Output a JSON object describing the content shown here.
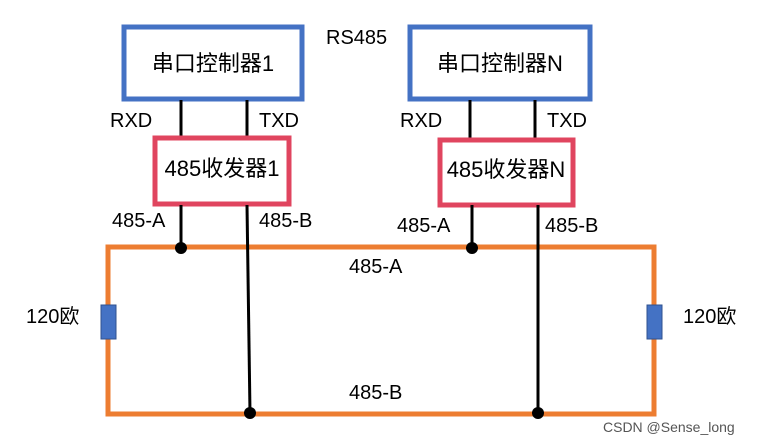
{
  "title": "RS485",
  "controllers": [
    {
      "label": "串口控制器1",
      "rx_label": "RXD",
      "tx_label": "TXD"
    },
    {
      "label": "串口控制器N",
      "rx_label": "RXD",
      "tx_label": "TXD"
    }
  ],
  "transceivers": [
    {
      "label": "485收发器1",
      "a_label": "485-A",
      "b_label": "485-B"
    },
    {
      "label": "485收发器N",
      "a_label": "485-A",
      "b_label": "485-B"
    }
  ],
  "bus": {
    "a_label": "485-A",
    "b_label": "485-B"
  },
  "terminators": [
    {
      "label": "120欧"
    },
    {
      "label": "120欧"
    }
  ],
  "watermark": "CSDN @Sense_long",
  "colors": {
    "controller_border": "#4472C4",
    "transceiver_border": "#E0455F",
    "bus": "#ED7D31",
    "resistor": "#4472C4",
    "wire": "#000000"
  }
}
